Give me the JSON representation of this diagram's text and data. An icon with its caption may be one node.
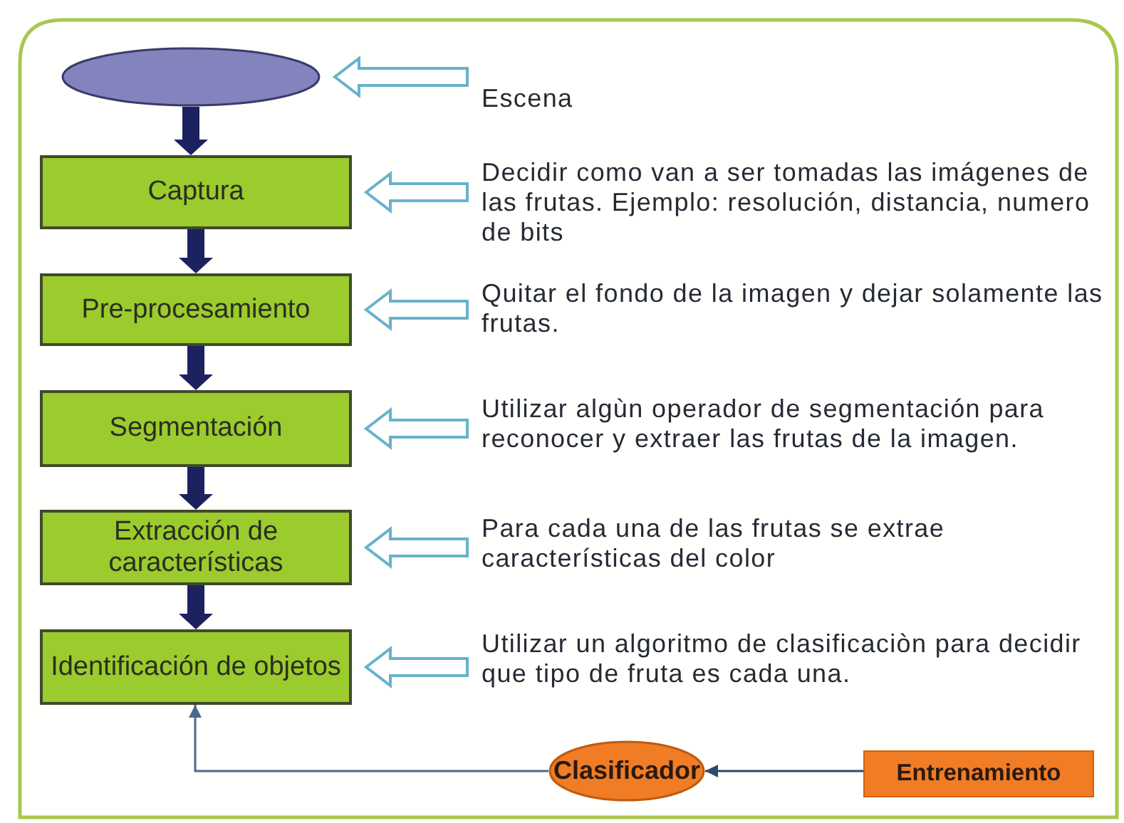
{
  "diagram": {
    "nodes": [
      {
        "text": [],
        "shape": "ellipse"
      },
      {
        "text": [
          "Captura"
        ]
      },
      {
        "text": [
          "Pre-procesamiento"
        ]
      },
      {
        "text": [
          "Segmentación"
        ]
      },
      {
        "text": [
          "Extracción de características"
        ]
      },
      {
        "text": [
          "Identificación de objetos"
        ]
      },
      {
        "text": [
          "Escena"
        ]
      },
      {
        "text": [
          "Decidir como van a ser tomadas las imágenes de las frutas. Ejemplo: resolución, distancia, numero de bits"
        ]
      },
      {
        "text": [
          "Quitar el fondo de la imagen y dejar solamente las frutas."
        ]
      },
      {
        "text": [
          "Utilizar algùn operador de segmentación para reconocer y extraer las frutas de la imagen."
        ]
      },
      {
        "text": [
          "Para cada una de las frutas se extrae características del color"
        ]
      },
      {
        "text": [
          "Utilizar un algoritmo de clasificaciòn para decidir que tipo de fruta es cada una."
        ]
      },
      {
        "text": [
          "Clasificador"
        ]
      },
      {
        "text": [
          "Entrenamiento"
        ]
      }
    ],
    "edges": [
      {
        "from": 0,
        "to": 1,
        "arrow": "to",
        "style": "thick",
        "color": "#1c2160"
      },
      {
        "from": 1,
        "to": 2,
        "arrow": "to",
        "style": "thick",
        "color": "#1c2160"
      },
      {
        "from": 2,
        "to": 3,
        "arrow": "to",
        "style": "thick",
        "color": "#1c2160"
      },
      {
        "from": 3,
        "to": 4,
        "arrow": "to",
        "style": "thick",
        "color": "#1c2160"
      },
      {
        "from": 4,
        "to": 5,
        "arrow": "to",
        "style": "thick",
        "color": "#1c2160"
      },
      {
        "from": 6,
        "to": 0,
        "arrow": "to"
      },
      {
        "from": 7,
        "to": 1,
        "arrow": "to"
      },
      {
        "from": 8,
        "to": 2,
        "arrow": "to"
      },
      {
        "from": 9,
        "to": 3,
        "arrow": "to"
      },
      {
        "from": 10,
        "to": 4,
        "arrow": "to"
      },
      {
        "from": 11,
        "to": 5,
        "arrow": "to"
      },
      {
        "from": 13,
        "to": 12,
        "arrow": "to",
        "color": "#2e4a6e"
      },
      {
        "from": 12,
        "to": 5,
        "arrow": "to",
        "color": "#4a6a8c"
      }
    ]
  }
}
